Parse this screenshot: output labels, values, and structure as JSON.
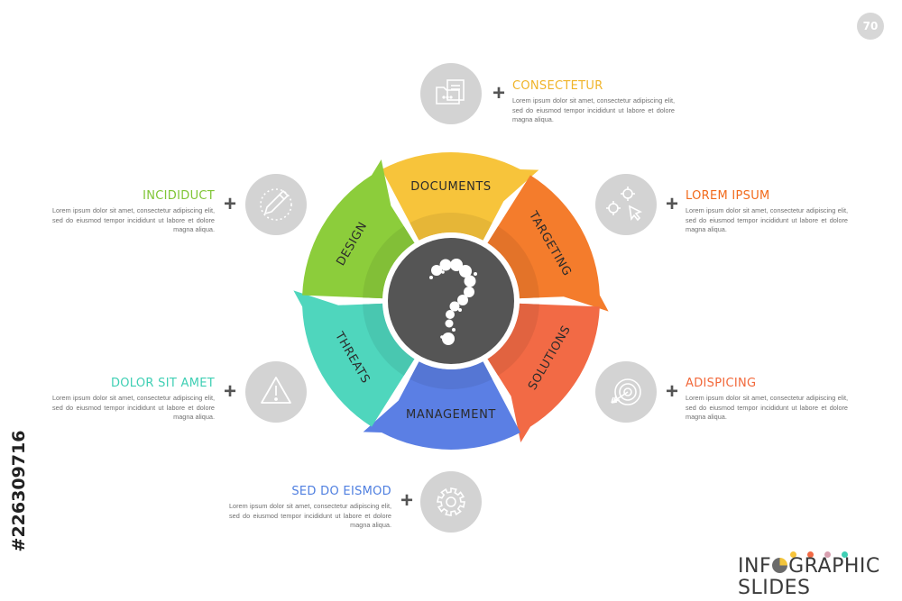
{
  "page_number": "70",
  "stock_id": "#226309716",
  "center": {
    "icon": "question-mark"
  },
  "segments": [
    {
      "label": "DOCUMENTS",
      "color": "#f7c43b"
    },
    {
      "label": "TARGETING",
      "color": "#f47c2c"
    },
    {
      "label": "SOLUTIONS",
      "color": "#f26a45"
    },
    {
      "label": "MANAGEMENT",
      "color": "#5b7fe4"
    },
    {
      "label": "THREATS",
      "color": "#4fd6bd"
    },
    {
      "label": "DESIGN",
      "color": "#8ccd3b"
    }
  ],
  "blocks": [
    {
      "title": "CONSECTETUR",
      "color": "#f0b429",
      "icon": "folder-document-icon",
      "desc": "Lorem ipsum dolor sit amet, consectetur adipiscing elit, sed do eiusmod tempor incididunt ut labore et dolore magna aliqua."
    },
    {
      "title": "LOREM IPSUM",
      "color": "#f26a1b",
      "icon": "target-cursor-icon",
      "desc": "Lorem ipsum dolor sit amet, consectetur adipiscing elit, sed do eiusmod tempor incididunt ut labore et dolore magna aliqua."
    },
    {
      "title": "ADISPICING",
      "color": "#f2683a",
      "icon": "dartboard-arrow-icon",
      "desc": "Lorem ipsum dolor sit amet, consectetur adipiscing elit, sed do eiusmod tempor incididunt ut labore et dolore magna aliqua."
    },
    {
      "title": "SED DO EISMOD",
      "color": "#4f7fe0",
      "icon": "gear-icon",
      "desc": "Lorem ipsum dolor sit amet, consectetur adipiscing elit, sed do eiusmod tempor incididunt ut labore et dolore magna aliqua."
    },
    {
      "title": "DOLOR SIT AMET",
      "color": "#3fcfb4",
      "icon": "warning-icon",
      "desc": "Lorem ipsum dolor sit amet, consectetur adipiscing elit, sed do eiusmod tempor incididunt ut labore et dolore magna aliqua."
    },
    {
      "title": "INCIDIDUCT",
      "color": "#7fc535",
      "icon": "pencil-icon",
      "desc": "Lorem ipsum dolor sit amet, consectetur adipiscing elit, sed do eiusmod tempor incididunt ut labore et dolore magna aliqua."
    }
  ],
  "brand": {
    "line1_a": "INF",
    "line1_b": "GRAPHIC",
    "line2": "SLIDES",
    "dot_colors": [
      "#f7c43b",
      "#f26a45",
      "#d8a0b0",
      "#3fcfb4"
    ]
  }
}
